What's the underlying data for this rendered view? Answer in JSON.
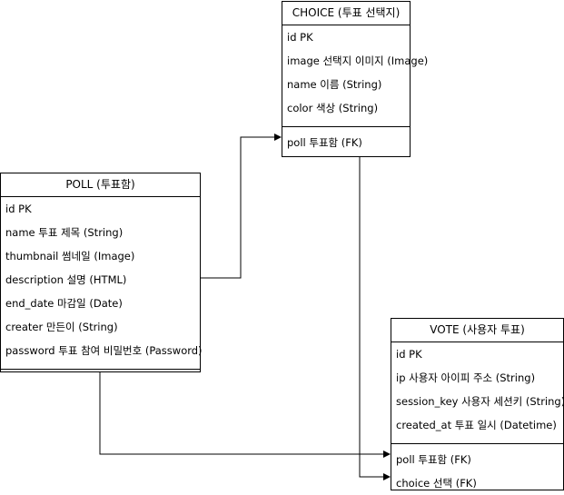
{
  "entities": {
    "choice": {
      "title": "CHOICE (투표 선택지)",
      "attributes": [
        "id PK",
        "image 선택지 이미지 (Image)",
        "name 이름 (String)",
        "color 색상 (String)"
      ],
      "foreign_keys": [
        "poll 투표함 (FK)"
      ]
    },
    "poll": {
      "title": "POLL (투표함)",
      "attributes": [
        "id PK",
        "name 투표 제목 (String)",
        "thumbnail 썸네일 (Image)",
        "description 설명 (HTML)",
        "end_date 마감일 (Date)",
        "creater 만든이 (String)",
        "password 투표 참여 비밀번호 (Password)"
      ],
      "foreign_keys": []
    },
    "vote": {
      "title": "VOTE (사용자 투표)",
      "attributes": [
        "id PK",
        "ip 사용자 아이피 주소 (String)",
        "session_key 사용자 세션키 (String)",
        "created_at 투표 일시 (Datetime)"
      ],
      "foreign_keys": [
        "poll 투표함 (FK)",
        "choice 선택 (FK)"
      ]
    }
  },
  "relationships": [
    {
      "from": "poll",
      "to": "choice.poll"
    },
    {
      "from": "poll",
      "to": "vote.poll"
    },
    {
      "from": "choice",
      "to": "vote.choice"
    }
  ],
  "colors": {
    "line": "#000000",
    "background": "#ffffff",
    "text": "#000000"
  }
}
